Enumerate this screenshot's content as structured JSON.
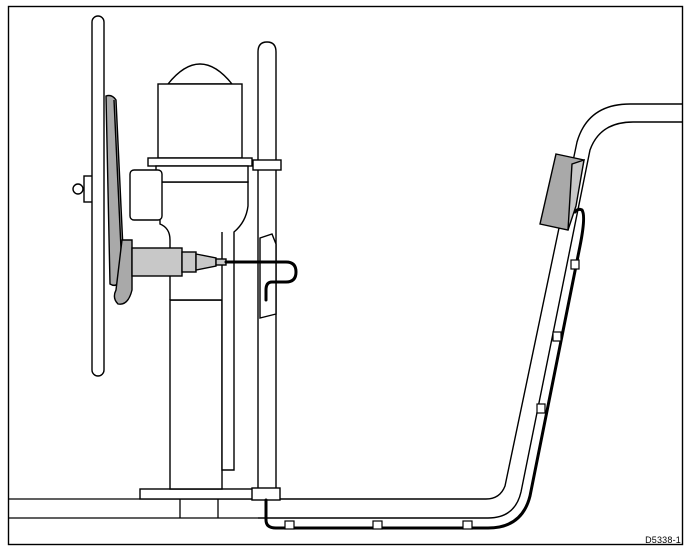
{
  "figure": {
    "reference_code": "D5338-1",
    "colors": {
      "line": "#000000",
      "fill": "#ffffff",
      "display_fill": "#a9a9a9",
      "handle_fill": "#c8c8c8",
      "cable": "#000000"
    },
    "components": [
      {
        "name": "steering-wheel",
        "icon": "wheel-rim"
      },
      {
        "name": "steering-pedestal",
        "icon": "pedestal"
      },
      {
        "name": "compass-binnacle",
        "icon": "compass-dome"
      },
      {
        "name": "remote-handset",
        "icon": "handset"
      },
      {
        "name": "handset-connector-plug",
        "icon": "plug"
      },
      {
        "name": "pushpit-rail",
        "icon": "rail-tube"
      },
      {
        "name": "cable-clips",
        "icon": "clip",
        "count": 6
      },
      {
        "name": "mounting-bracket",
        "icon": "bracket"
      }
    ]
  }
}
